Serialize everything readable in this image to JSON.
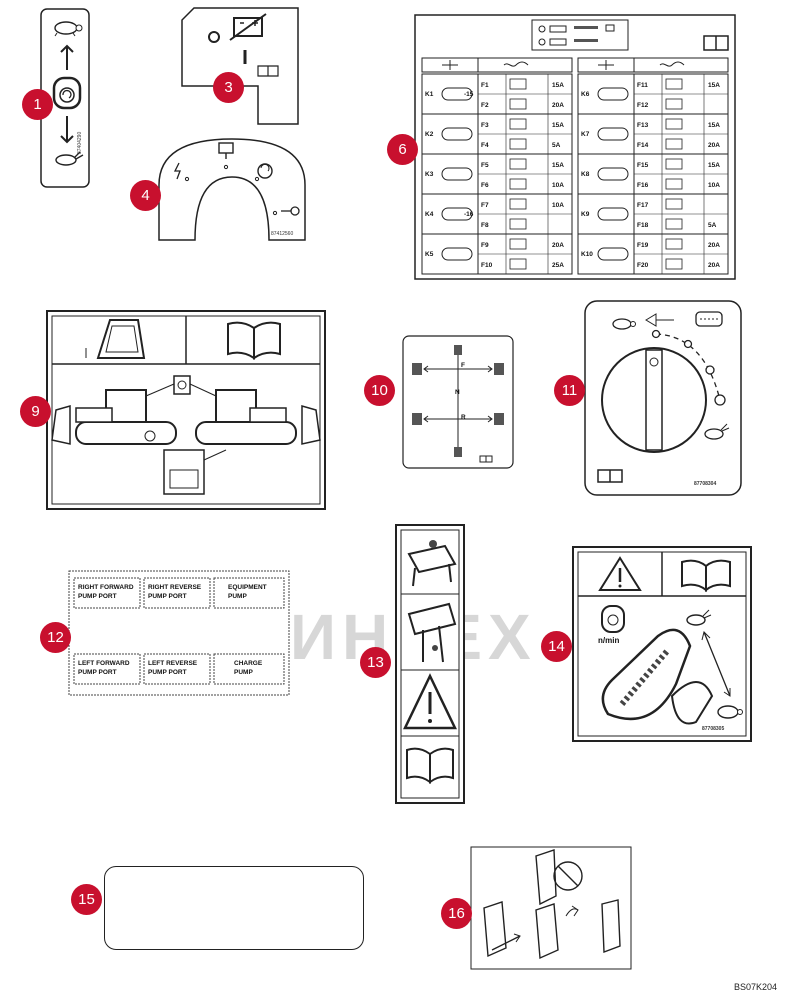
{
  "figure_code": "BS07K204",
  "watermark": "ИНТЕХ",
  "callouts": [
    "1",
    "3",
    "4",
    "6",
    "9",
    "10",
    "11",
    "12",
    "13",
    "14",
    "15",
    "16"
  ],
  "decal_1": {
    "code": "87404290"
  },
  "decal_4": {
    "code": "87412560"
  },
  "decal_6": {
    "relays_left": [
      "K1",
      "K2",
      "K3",
      "K4",
      "K5"
    ],
    "fuses_left": [
      "F1",
      "F2",
      "F3",
      "F4",
      "F5",
      "F6",
      "F7",
      "F8",
      "F9",
      "F10"
    ],
    "amps_left": [
      "15A",
      "20A",
      "15A",
      "5A",
      "15A",
      "10A",
      "10A",
      "",
      "20A",
      "25A"
    ],
    "relays_right": [
      "K6",
      "K7",
      "K8",
      "K9",
      "K10"
    ],
    "fuses_right": [
      "F11",
      "F12",
      "F13",
      "F14",
      "F15",
      "F16",
      "F17",
      "F18",
      "F19",
      "F20"
    ],
    "amps_right": [
      "15A",
      "",
      "15A",
      "20A",
      "15A",
      "10A",
      "",
      "5A",
      "20A",
      "20A"
    ],
    "voltage_15": "-15",
    "voltage_16": "-16"
  },
  "decal_10": {
    "letter_f": "F",
    "letter_n": "N",
    "letter_r": "R"
  },
  "decal_11": {
    "code": "87708304"
  },
  "decal_12": {
    "top_labels": [
      [
        "RIGHT",
        "FORWARD",
        "PUMP",
        "PORT"
      ],
      [
        "RIGHT",
        "REVERSE",
        "PUMP",
        "PORT"
      ],
      [
        "EQUIPMENT",
        "PUMP"
      ]
    ],
    "bottom_labels": [
      [
        "LEFT",
        "FORWARD",
        "PUMP",
        "PORT"
      ],
      [
        "LEFT",
        "REVERSE",
        "PUMP",
        "PORT"
      ],
      [
        "CHARGE",
        "PUMP"
      ]
    ]
  },
  "decal_14": {
    "rpm_label": "n/min",
    "code": "87708305"
  }
}
